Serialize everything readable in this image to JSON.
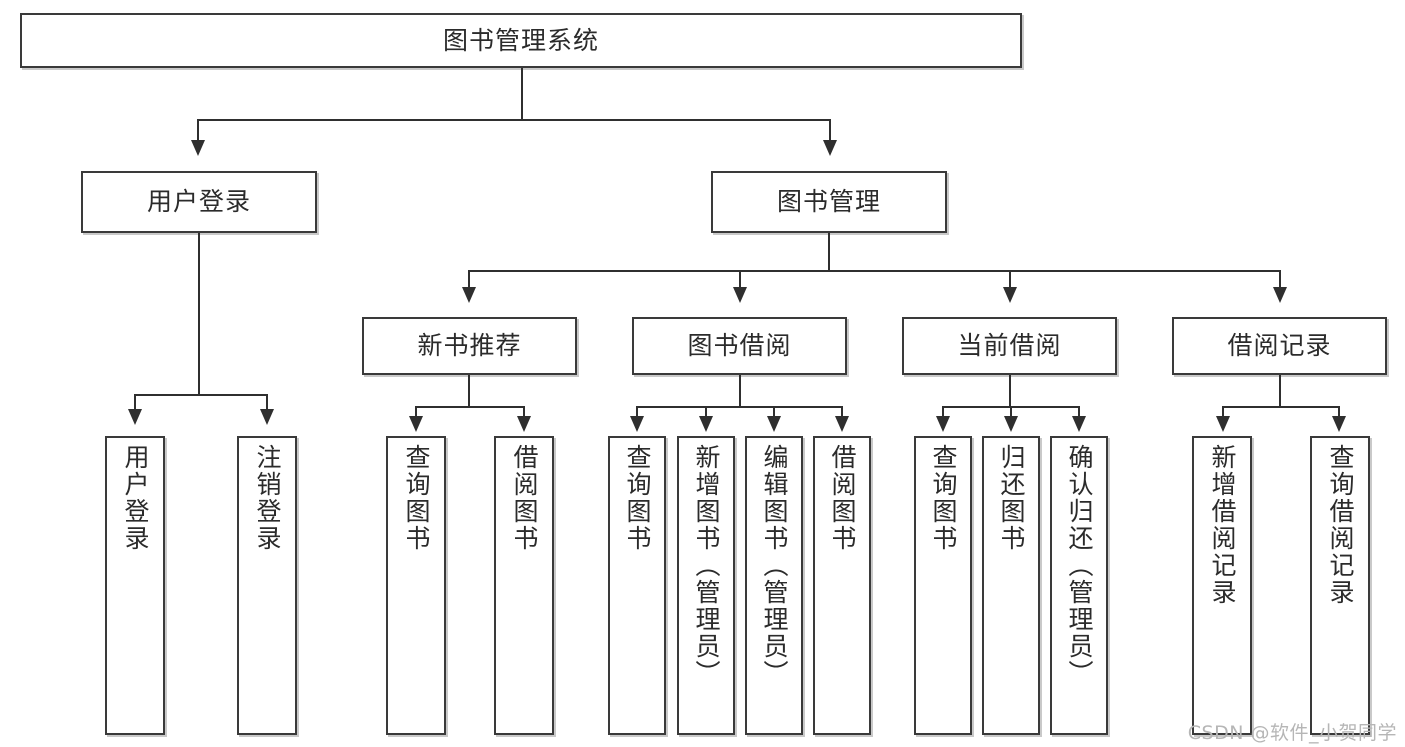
{
  "diagram": {
    "type": "tree-hierarchy",
    "title": "图书管理系统",
    "root": {
      "id": "root",
      "label": "图书管理系统"
    },
    "level2": [
      {
        "id": "user-login",
        "label": "用户登录"
      },
      {
        "id": "book-manage",
        "label": "图书管理"
      }
    ],
    "level3": [
      {
        "id": "new-book-recommend",
        "label": "新书推荐",
        "parent": "book-manage"
      },
      {
        "id": "book-borrow",
        "label": "图书借阅",
        "parent": "book-manage"
      },
      {
        "id": "current-borrow",
        "label": "当前借阅",
        "parent": "book-manage"
      },
      {
        "id": "borrow-record",
        "label": "借阅记录",
        "parent": "book-manage"
      }
    ],
    "leaves": {
      "user_login": [
        {
          "id": "leaf-user-login",
          "label": "用户登录"
        },
        {
          "id": "leaf-user-logout",
          "label": "注销登录"
        }
      ],
      "new_book_recommend": [
        {
          "id": "leaf-query-book-1",
          "label": "查询图书"
        },
        {
          "id": "leaf-borrow-book-1",
          "label": "借阅图书"
        }
      ],
      "book_borrow": [
        {
          "id": "leaf-query-book-2",
          "label": "查询图书"
        },
        {
          "id": "leaf-add-book",
          "label": "新增图书（管理员）"
        },
        {
          "id": "leaf-edit-book",
          "label": "编辑图书（管理员）"
        },
        {
          "id": "leaf-borrow-book-2",
          "label": "借阅图书"
        }
      ],
      "current_borrow": [
        {
          "id": "leaf-query-book-3",
          "label": "查询图书"
        },
        {
          "id": "leaf-return-book",
          "label": "归还图书"
        },
        {
          "id": "leaf-confirm-return",
          "label": "确认归还（管理员）"
        }
      ],
      "borrow_record": [
        {
          "id": "leaf-add-record",
          "label": "新增借阅记录"
        },
        {
          "id": "leaf-query-record",
          "label": "查询借阅记录"
        }
      ]
    }
  },
  "watermark": {
    "text": "CSDN @软件_小贺同学"
  },
  "colors": {
    "box_border": "#3a3a3a",
    "connector": "#2f2f2f",
    "text": "#2b2b2b",
    "background": "#ffffff",
    "watermark": "#b6b6b6"
  }
}
